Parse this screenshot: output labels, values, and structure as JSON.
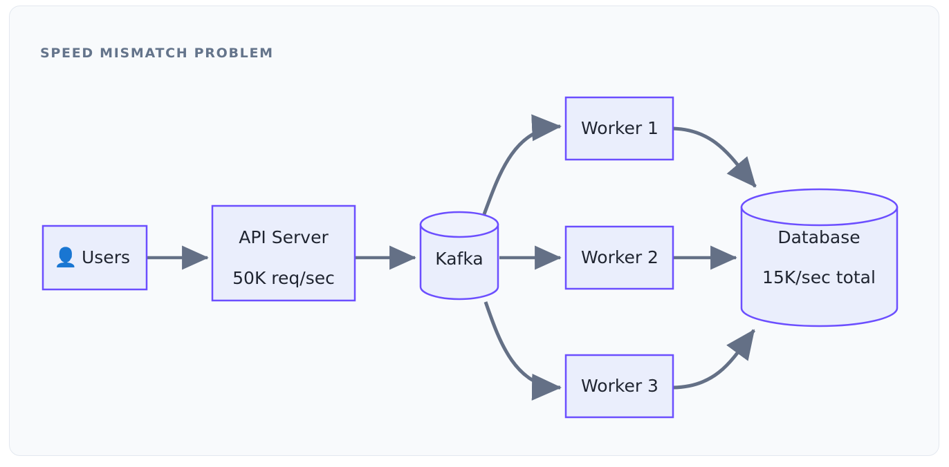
{
  "card": {
    "title": "SPEED MISMATCH PROBLEM",
    "background": "#f8fafc",
    "border_color": "#e3e8ef",
    "title_color": "#64748b"
  },
  "theme": {
    "node_fill": "#eaeefc",
    "node_stroke": "#6b4eff",
    "edge_color": "#647086",
    "text_color": "#1f2430"
  },
  "diagram": {
    "type": "flow-diagram",
    "nodes": [
      {
        "id": "users",
        "shape": "rect",
        "icon": "user-icon",
        "icon_glyph": "👤",
        "lines": [
          "Users"
        ]
      },
      {
        "id": "api-server",
        "shape": "rect",
        "lines": [
          "API Server",
          "50K req/sec"
        ]
      },
      {
        "id": "kafka",
        "shape": "cylinder",
        "lines": [
          "Kafka"
        ]
      },
      {
        "id": "worker-1",
        "shape": "rect",
        "lines": [
          "Worker 1"
        ]
      },
      {
        "id": "worker-2",
        "shape": "rect",
        "lines": [
          "Worker 2"
        ]
      },
      {
        "id": "worker-3",
        "shape": "rect",
        "lines": [
          "Worker 3"
        ]
      },
      {
        "id": "database",
        "shape": "cylinder",
        "lines": [
          "Database",
          "15K/sec total"
        ]
      }
    ],
    "edges": [
      {
        "from": "users",
        "to": "api-server",
        "style": "straight"
      },
      {
        "from": "api-server",
        "to": "kafka",
        "style": "straight"
      },
      {
        "from": "kafka",
        "to": "worker-1",
        "style": "curved"
      },
      {
        "from": "kafka",
        "to": "worker-2",
        "style": "straight"
      },
      {
        "from": "kafka",
        "to": "worker-3",
        "style": "curved"
      },
      {
        "from": "worker-1",
        "to": "database",
        "style": "curved"
      },
      {
        "from": "worker-2",
        "to": "database",
        "style": "straight"
      },
      {
        "from": "worker-3",
        "to": "database",
        "style": "curved"
      }
    ]
  }
}
